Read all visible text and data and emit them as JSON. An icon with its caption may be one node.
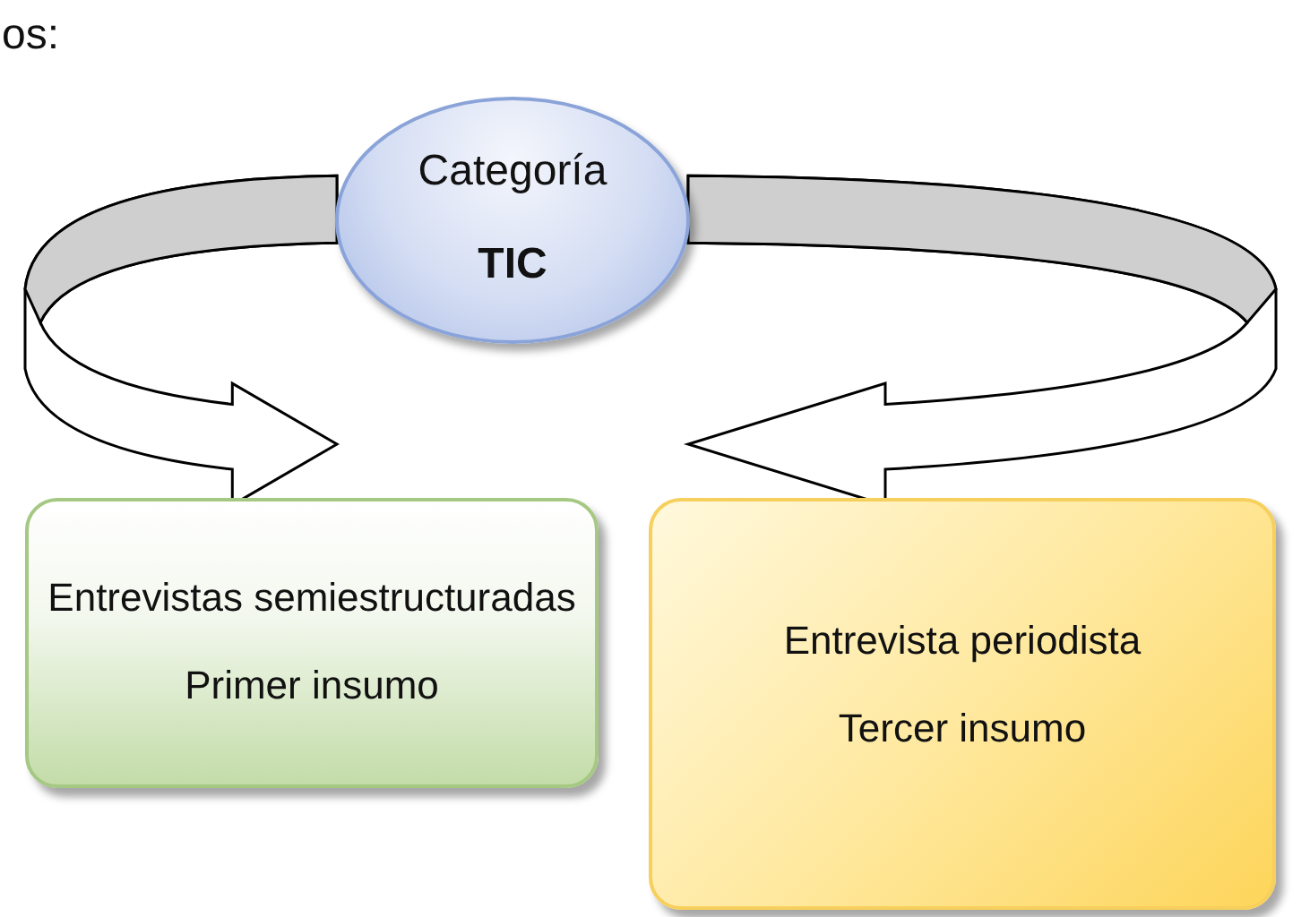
{
  "diagram": {
    "nodes": [
      {
        "text": [
          "Categoría",
          "TIC"
        ]
      },
      {
        "text": [
          "Entrevistas semiestructuradas",
          "Primer insumo"
        ]
      },
      {
        "text": [
          "Entrevista periodista",
          "Tercer insumo"
        ]
      }
    ],
    "edges": [
      {
        "from": 0,
        "to": 1,
        "arrow": "to"
      },
      {
        "from": 0,
        "to": 2,
        "arrow": "to"
      }
    ],
    "labels": [
      "os:"
    ]
  }
}
